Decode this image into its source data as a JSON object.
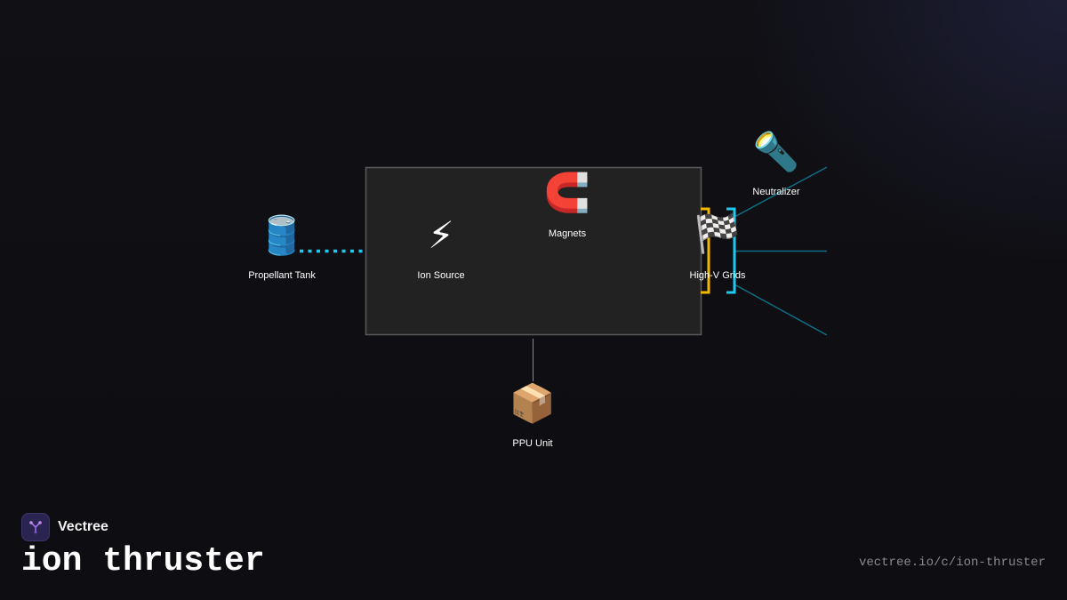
{
  "brand": {
    "name": "Vectree",
    "logo_icon": "vectree-tree-icon",
    "accent": "#a46be0"
  },
  "title": "ion thruster",
  "url": "vectree.io/c/ion-thruster",
  "colors": {
    "background": "#0f0f13",
    "box_fill": "#222222",
    "box_border": "#5a5a5a",
    "cyan": "#1ec8f0",
    "yellow": "#f2b705",
    "teal_beam": "#0e6f85"
  },
  "diagram": {
    "nodes": [
      {
        "id": "propellant_tank",
        "label": "Propellant Tank",
        "icon": "oil-drum-icon",
        "glyph": "🛢️"
      },
      {
        "id": "ion_source",
        "label": "Ion Source",
        "icon": "lightning-icon",
        "glyph": "⚡"
      },
      {
        "id": "magnets",
        "label": "Magnets",
        "icon": "magnet-icon",
        "glyph": "🧲"
      },
      {
        "id": "high_v_grids",
        "label": "High-V Grids",
        "icon": "checkered-flag-icon",
        "glyph": "🏁"
      },
      {
        "id": "neutralizer",
        "label": "Neutralizer",
        "icon": "flashlight-icon",
        "glyph": "🔦"
      },
      {
        "id": "ppu_unit",
        "label": "PPU Unit",
        "icon": "package-icon",
        "glyph": "📦"
      }
    ],
    "edges": [
      {
        "from": "propellant_tank",
        "to": "ion_source",
        "style": "dotted"
      },
      {
        "from": "ppu_unit",
        "to": "chamber",
        "style": "solid"
      },
      {
        "from": "high_v_grids",
        "to": "plume",
        "style": "beam"
      }
    ]
  }
}
